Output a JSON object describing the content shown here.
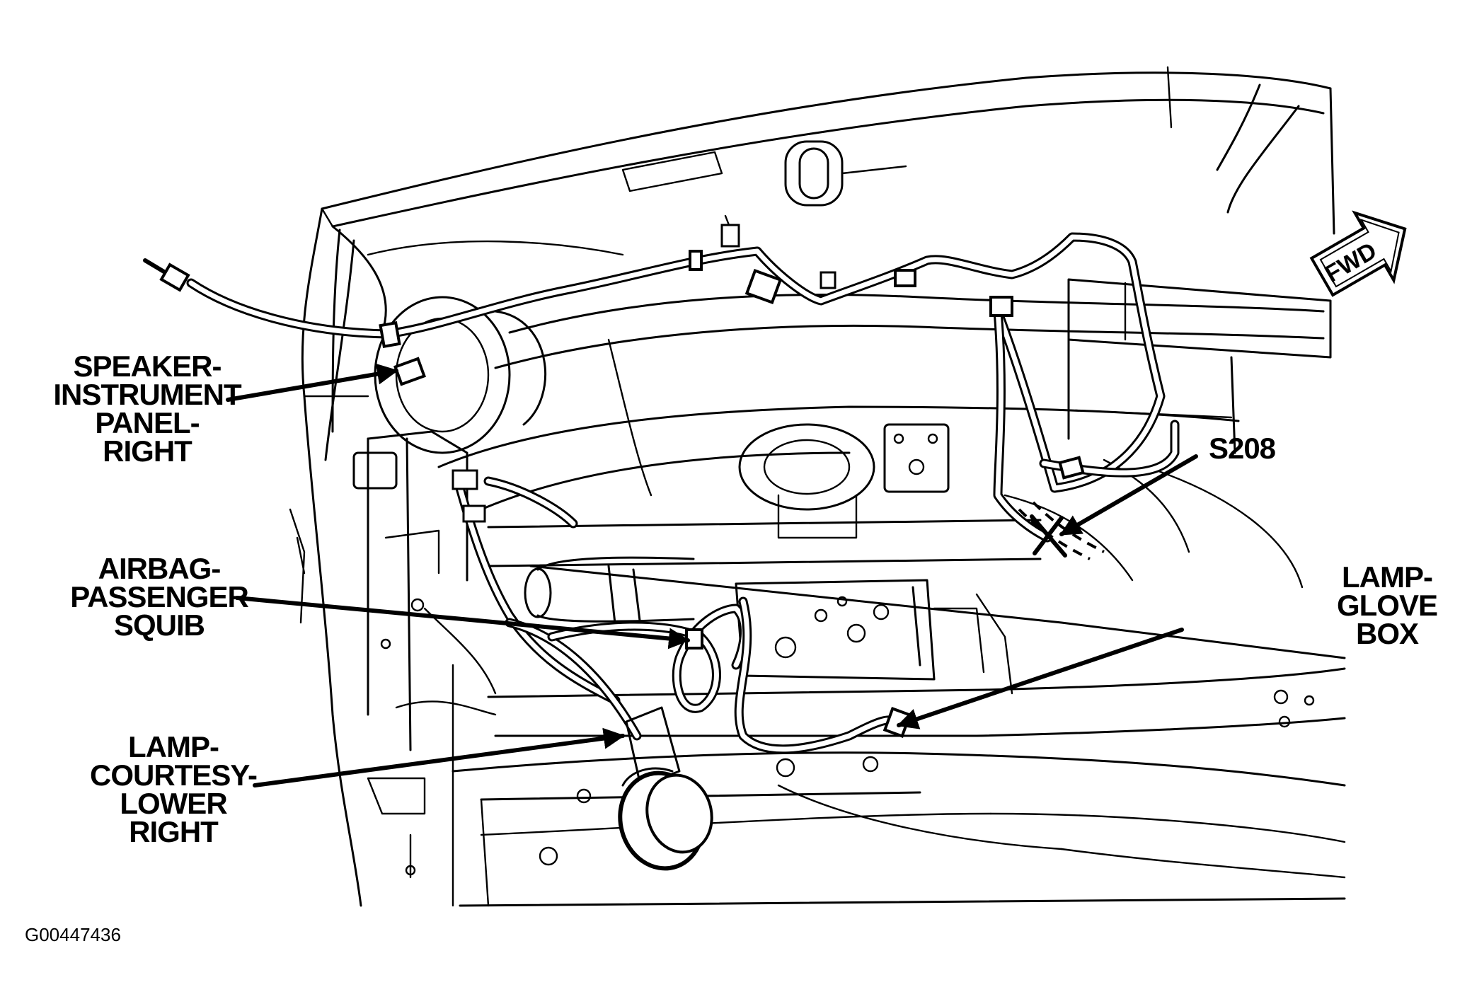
{
  "callouts": {
    "speaker": [
      "SPEAKER-",
      "INSTRUMENT",
      "PANEL-",
      "RIGHT"
    ],
    "airbag": [
      "AIRBAG-",
      "PASSENGER",
      "SQUIB"
    ],
    "lamp_courtesy": [
      "LAMP-",
      "COURTESY-",
      "LOWER",
      "RIGHT"
    ],
    "splice": [
      "S208"
    ],
    "lamp_glove": [
      "LAMP-",
      "GLOVE",
      "BOX"
    ]
  },
  "fwd_arrow": "FWD",
  "figure_code": "G00447436"
}
